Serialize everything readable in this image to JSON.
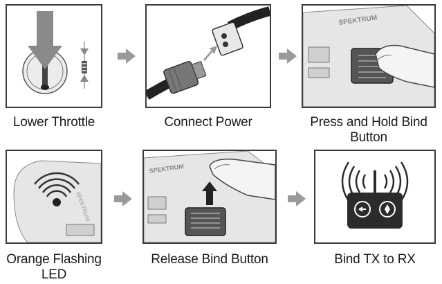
{
  "steps": [
    {
      "caption": "Lower Throttle"
    },
    {
      "caption": "Connect Power"
    },
    {
      "caption_line1": "Press and Hold Bind",
      "caption_line2": "Button"
    },
    {
      "caption_line1": "Orange Flashing",
      "caption_line2": "LED"
    },
    {
      "caption": "Release Bind Button"
    },
    {
      "caption": "Bind TX to RX"
    }
  ],
  "brand_mark": "SPEKTRUM",
  "colors": {
    "border": "#3a3a3a",
    "arrow": "#9a9a9a",
    "device_fill": "#e6e6e6",
    "transmitter": "#2b2b2b"
  },
  "icons": [
    "arrow-right-icon",
    "down-arrow-icon",
    "up-arrow-icon",
    "transmitter-icon",
    "led-signal-icon"
  ]
}
